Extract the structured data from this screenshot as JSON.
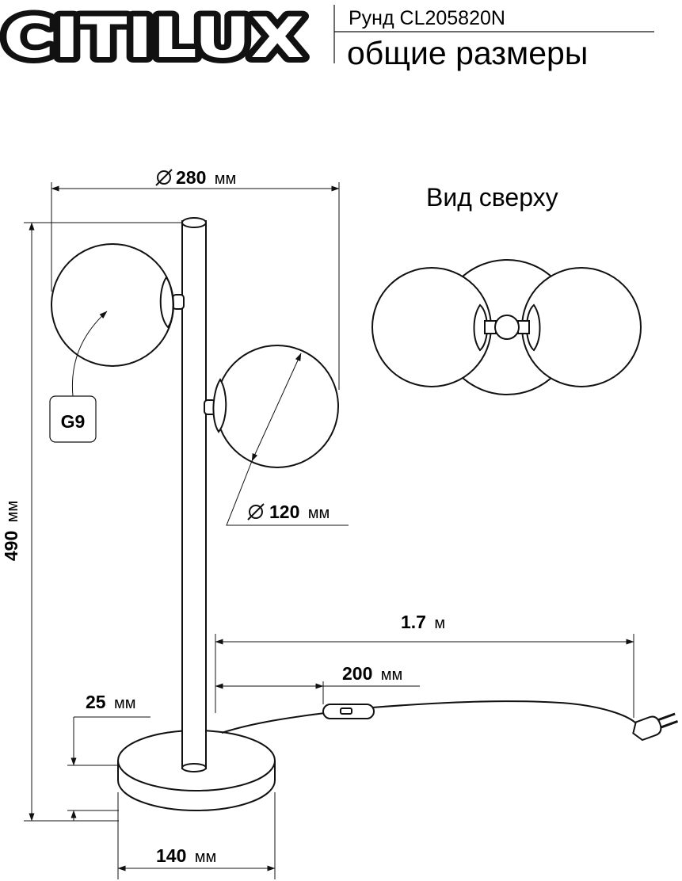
{
  "header": {
    "brand": "CITILUX",
    "model": "Рунд CL205820N",
    "subtitle": "общие размеры"
  },
  "views": {
    "top_view_label": "Вид сверху"
  },
  "dimensions": {
    "width": {
      "value": "280",
      "unit": "мм"
    },
    "shade": {
      "value": "120",
      "unit": "мм"
    },
    "height": {
      "value": "490",
      "unit": "мм"
    },
    "cord": {
      "value": "1.7",
      "unit": "м"
    },
    "switch": {
      "value": "200",
      "unit": "мм"
    },
    "base_height": {
      "value": "25",
      "unit": "мм"
    },
    "base_diameter": {
      "value": "140",
      "unit": "мм"
    }
  },
  "socket": {
    "label": "G9"
  },
  "icons": {
    "diameter": "diameter-symbol"
  },
  "colors": {
    "line": "#111111",
    "background": "#ffffff"
  }
}
